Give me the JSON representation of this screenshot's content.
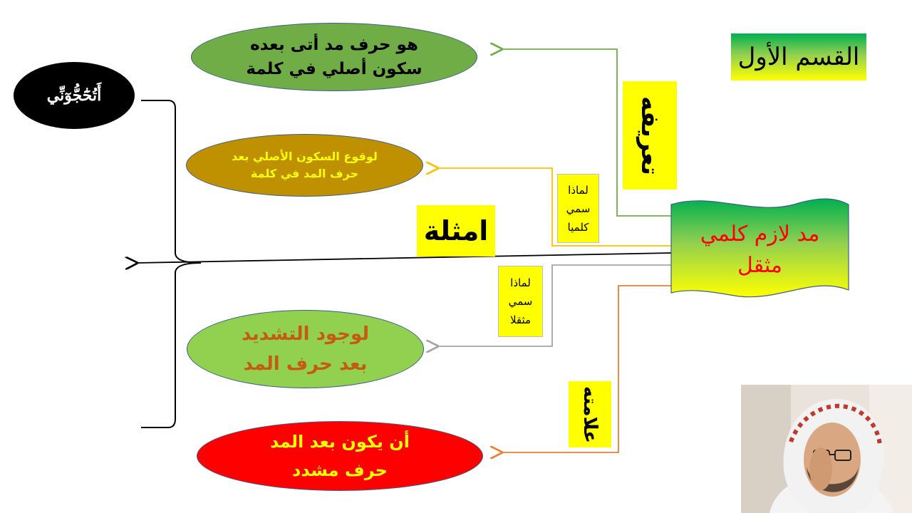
{
  "section_title": "القسم الأول",
  "main_topic": "مد لازم كلمي\nمثقل",
  "example_word": "أَتُحَٰٓجُّوٓنِّي",
  "labels": {
    "definition": "تعريفه",
    "examples": "امثلة",
    "sign": "علامته",
    "why_kalimi": "لماذا\nسمي\nكلميا",
    "why_muthaqqal": "لماذا\nسمي\nمثقلا"
  },
  "ellipses": {
    "definition_text": "هو حرف مد أتى بعده\nسكون أصلي في كلمة",
    "kalimi_reason": "لوقوع السكون الأصلي بعد\nحرف المد في كلمة",
    "muthaqqal_reason": "لوجود التشديد\nبعد حرف المد",
    "sign_text": "أن يكون بعد المد\nحرف مشدد"
  },
  "colors": {
    "definition_fill": "#70ad47",
    "kalimi_fill": "#bf9000",
    "muthaqqal_fill": "#92d050",
    "sign_fill": "#ff0000",
    "highlight_yellow": "#ffff00",
    "title_red": "#ff0000",
    "arrow_green": "#70ad47",
    "arrow_gold": "#ffc000",
    "arrow_gray": "#a5a5a5",
    "arrow_orange": "#ed7d31"
  }
}
